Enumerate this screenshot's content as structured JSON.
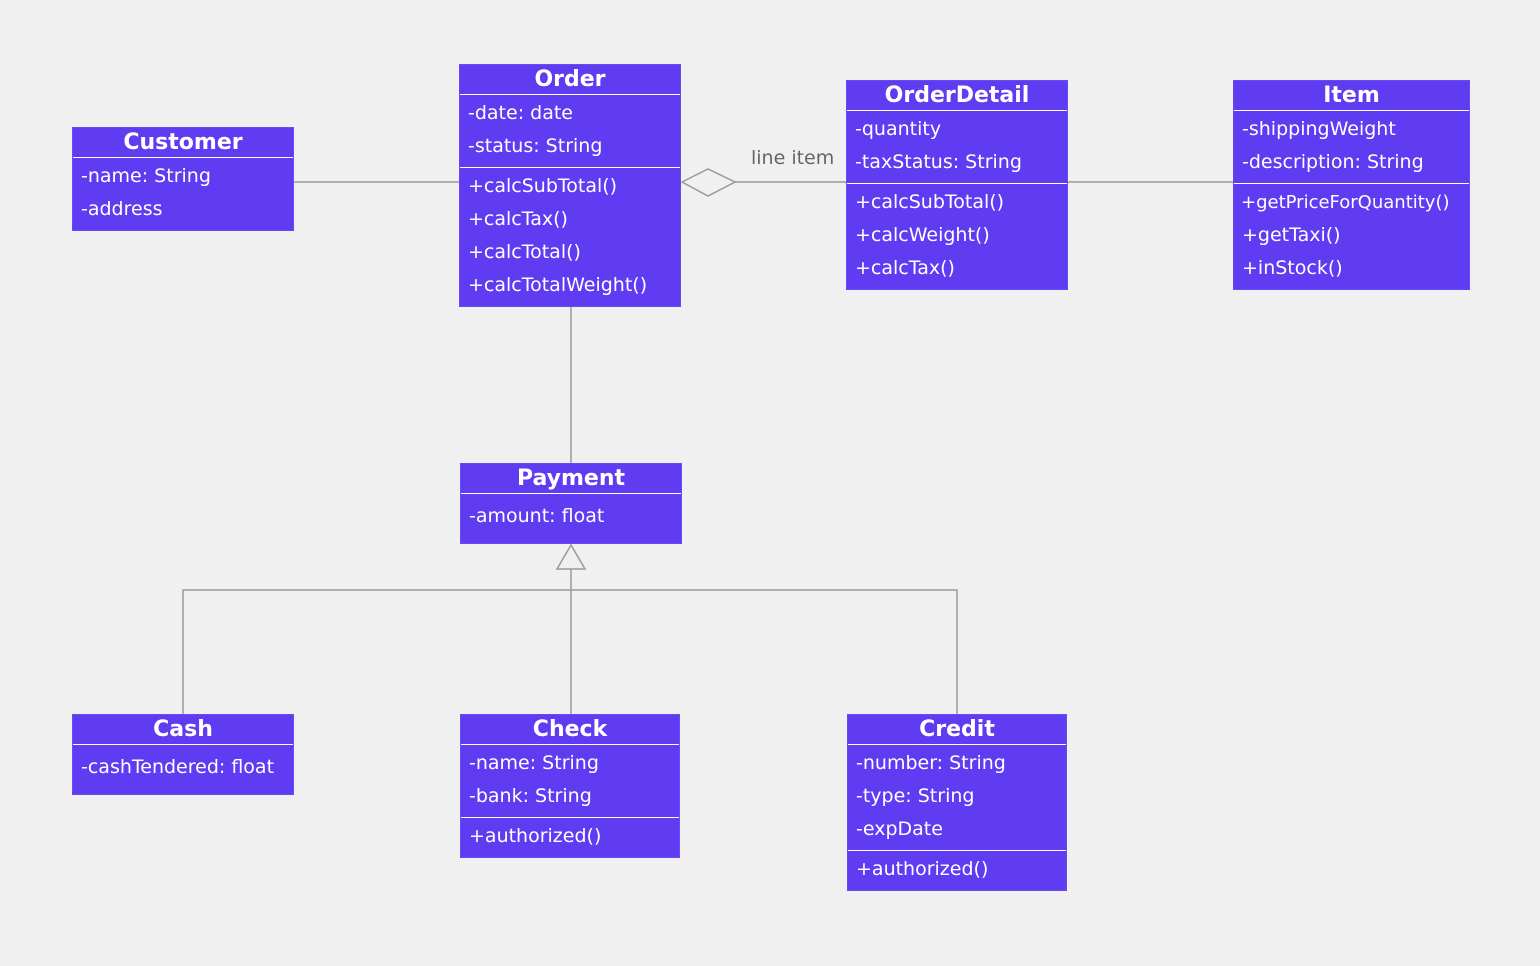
{
  "colors": {
    "class_fill": "#5f3bf2",
    "class_text": "#ffffff",
    "connector": "#999999",
    "background": "#f0f0f0"
  },
  "classes": {
    "customer": {
      "name": "Customer",
      "attributes": [
        "-name: String",
        "-address"
      ],
      "methods": []
    },
    "order": {
      "name": "Order",
      "attributes": [
        "-date: date",
        "-status: String"
      ],
      "methods": [
        "+calcSubTotal()",
        "+calcTax()",
        "+calcTotal()",
        "+calcTotalWeight()"
      ]
    },
    "order_detail": {
      "name": "OrderDetail",
      "attributes": [
        "-quantity",
        "-taxStatus: String"
      ],
      "methods": [
        "+calcSubTotal()",
        "+calcWeight()",
        "+calcTax()"
      ]
    },
    "item": {
      "name": "Item",
      "attributes": [
        "-shippingWeight",
        "-description: String"
      ],
      "methods": [
        "+getPriceForQuantity()",
        "+getTaxi()",
        "+inStock()"
      ]
    },
    "payment": {
      "name": "Payment",
      "attributes": [
        "-amount: float"
      ],
      "methods": []
    },
    "cash": {
      "name": "Cash",
      "attributes": [
        "-cashTendered: float"
      ],
      "methods": []
    },
    "check": {
      "name": "Check",
      "attributes": [
        "-name: String",
        "-bank: String"
      ],
      "methods": [
        "+authorized()"
      ]
    },
    "credit": {
      "name": "Credit",
      "attributes": [
        "-number: String",
        "-type: String",
        "-expDate"
      ],
      "methods": [
        "+authorized()"
      ]
    }
  },
  "relationships": [
    {
      "type": "association",
      "from": "Customer",
      "to": "Order"
    },
    {
      "type": "aggregation",
      "from": "OrderDetail",
      "to": "Order",
      "label": "line item"
    },
    {
      "type": "association",
      "from": "OrderDetail",
      "to": "Item"
    },
    {
      "type": "association",
      "from": "Order",
      "to": "Payment"
    },
    {
      "type": "generalization",
      "from": "Cash",
      "to": "Payment"
    },
    {
      "type": "generalization",
      "from": "Check",
      "to": "Payment"
    },
    {
      "type": "generalization",
      "from": "Credit",
      "to": "Payment"
    }
  ],
  "labels": {
    "line_item": "line item"
  }
}
